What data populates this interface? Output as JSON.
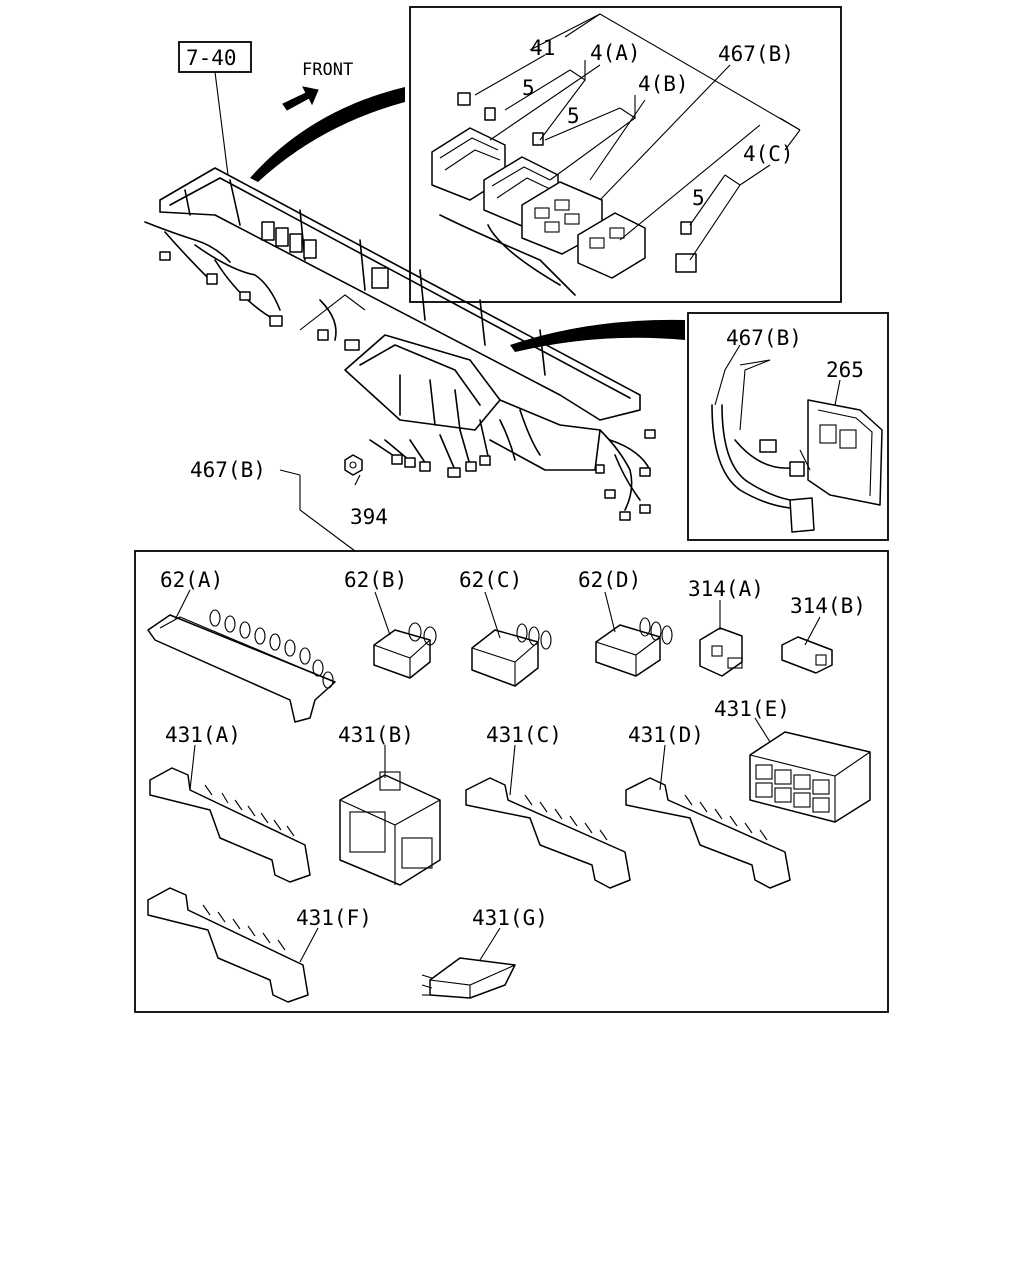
{
  "diagram": {
    "ref_box": "7-40",
    "front_label": "FRONT",
    "callouts": {
      "c41": "41",
      "c4a": "4(A)",
      "c4b": "4(B)",
      "c4c": "4(C)",
      "c5a": "5",
      "c5b": "5",
      "c5c": "5",
      "c467b_top": "467(B)",
      "c467b_right": "467(B)",
      "c467b_left": "467(B)",
      "c265": "265",
      "c394": "394",
      "c62a": "62(A)",
      "c62b": "62(B)",
      "c62c": "62(C)",
      "c62d": "62(D)",
      "c314a": "314(A)",
      "c314b": "314(B)",
      "c431a": "431(A)",
      "c431b": "431(B)",
      "c431c": "431(C)",
      "c431d": "431(D)",
      "c431e": "431(E)",
      "c431f": "431(F)",
      "c431g": "431(G)"
    }
  }
}
